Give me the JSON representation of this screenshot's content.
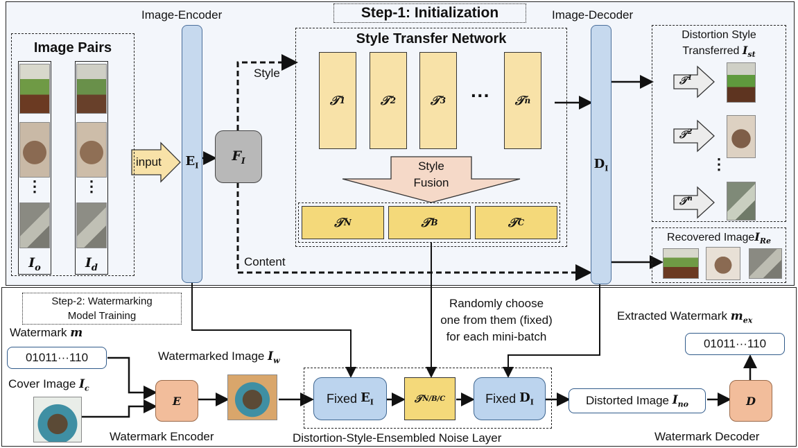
{
  "step1": {
    "title": "Step-1: Initialization"
  },
  "step2": {
    "title_line1": "Step-2: Watermarking",
    "title_line2": "Model Training"
  },
  "image_pairs": {
    "title": "Image Pairs",
    "col_o": "I",
    "col_o_sub": "o",
    "col_d": "I",
    "col_d_sub": "d",
    "ellipsis": "⋮"
  },
  "encoder": {
    "label": "Image-Encoder",
    "symbol": "E",
    "sub": "I"
  },
  "decoder": {
    "label": "Image-Decoder",
    "symbol": "D",
    "sub": "I"
  },
  "features": {
    "symbol": "F",
    "sub": "I"
  },
  "input_arrow": {
    "label": "input"
  },
  "style_label": "Style",
  "content_label": "Content",
  "stn": {
    "title": "Style Transfer Network",
    "transforms": [
      {
        "base": "𝒯",
        "sup": "1"
      },
      {
        "base": "𝒯",
        "sup": "2"
      },
      {
        "base": "𝒯",
        "sup": "3"
      },
      {
        "base": "𝒯",
        "sup": "n"
      }
    ],
    "dots": "···",
    "fusion_line1": "Style",
    "fusion_line2": "Fusion",
    "fused": [
      {
        "base": "𝒯",
        "sup": "N"
      },
      {
        "base": "𝒯",
        "sup": "B"
      },
      {
        "base": "𝒯",
        "sup": "C"
      }
    ]
  },
  "distortion": {
    "title_line1": "Distortion Style",
    "title_line2": "Transferred",
    "symbol": "I",
    "sub": "st",
    "arrows": [
      {
        "base": "𝒯",
        "sup": "1"
      },
      {
        "base": "𝒯",
        "sup": "2"
      },
      {
        "base": "𝒯",
        "sup": "n"
      }
    ],
    "ellipsis": "⋮"
  },
  "recovered": {
    "label": "Recovered Image",
    "symbol": "I",
    "sub": "Re"
  },
  "random_note": {
    "line1": "Randomly choose",
    "line2": "one from them (fixed)",
    "line3": "for each mini-batch"
  },
  "watermark": {
    "label": "Watermark",
    "symbol": "m",
    "bits": "01011···110"
  },
  "cover": {
    "label": "Cover Image",
    "symbol": "I",
    "sub": "c"
  },
  "watermark_encoder": {
    "symbol": "E",
    "label": "Watermark Encoder"
  },
  "watermarked": {
    "label": "Watermarked Image",
    "symbol": "I",
    "sub": "w"
  },
  "noise_layer": {
    "fixed_enc": "Fixed",
    "fixed_enc_sym": "E",
    "fixed_enc_sub": "I",
    "mid": {
      "base": "𝒯",
      "sup": "N/B/C"
    },
    "fixed_dec": "Fixed",
    "fixed_dec_sym": "D",
    "fixed_dec_sub": "I",
    "label": "Distortion-Style-Ensembled Noise Layer"
  },
  "distorted": {
    "label": "Distorted Image",
    "symbol": "I",
    "sub": "no"
  },
  "watermark_decoder": {
    "symbol": "D",
    "label": "Watermark Decoder"
  },
  "extracted": {
    "label": "Extracted Watermark",
    "symbol": "m",
    "sub": "ex",
    "bits": "01011···110"
  }
}
